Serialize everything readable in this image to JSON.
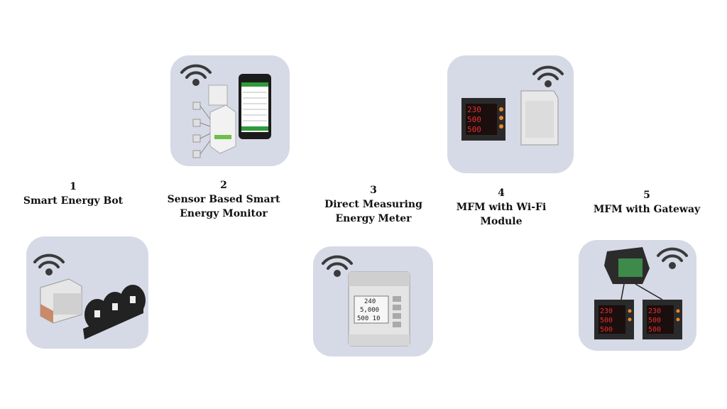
{
  "colors": {
    "card_bg": "#d6d9e6",
    "text": "#111111",
    "wifi": "#3a3a3a"
  },
  "products": [
    {
      "number": "1",
      "name": "Smart Energy Bot",
      "image_icon": "energy-bot-device-icon"
    },
    {
      "number": "2",
      "name": "Sensor Based Smart\nEnergy Monitor",
      "image_icon": "sensor-monitor-phone-icon"
    },
    {
      "number": "3",
      "name": "Direct Measuring\nEnergy Meter",
      "image_icon": "din-rail-meter-icon"
    },
    {
      "number": "4",
      "name": "MFM with Wi-Fi\nModule",
      "image_icon": "mfm-wifi-module-icon"
    },
    {
      "number": "5",
      "name": "MFM with Gateway",
      "image_icon": "mfm-gateway-icon"
    }
  ]
}
